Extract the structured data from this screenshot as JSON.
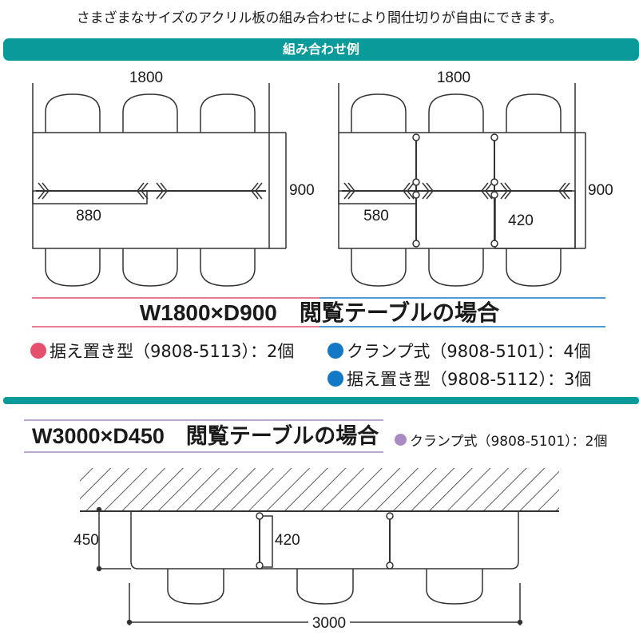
{
  "header": {
    "intro": "さまざまなサイズのアクリル板の組み合わせにより間仕切りが自由にできます。",
    "band_label": "組み合わせ例"
  },
  "case1": {
    "left_diagram": {
      "width_label": "1800",
      "depth_label": "900",
      "panel_label": "880"
    },
    "right_diagram": {
      "width_label": "1800",
      "depth_label": "900",
      "panel_label_a": "580",
      "panel_label_b": "420"
    },
    "title": "W1800×D900　閲覧テーブルの場合",
    "legend": [
      {
        "text": "据え置き型（9808-5113）：2個",
        "color": "#e4506e"
      },
      {
        "text": "クランプ式（9808-5101）：4個",
        "color": "#1479c4"
      },
      {
        "text": "据え置き型（9808-5112）：3個",
        "color": "#1479c4"
      }
    ]
  },
  "case2": {
    "title": "W3000×D450　閲覧テーブルの場合",
    "legend": {
      "text": "クランプ式（9808-5101）：2個",
      "color": "#a98ac4"
    },
    "diagram": {
      "depth_label": "450",
      "panel_label": "420",
      "width_label": "3000"
    }
  },
  "colors": {
    "teal": "#0b9a9a",
    "pink": "#e4506e",
    "blue": "#1479c4",
    "purple": "#a98ac4"
  }
}
